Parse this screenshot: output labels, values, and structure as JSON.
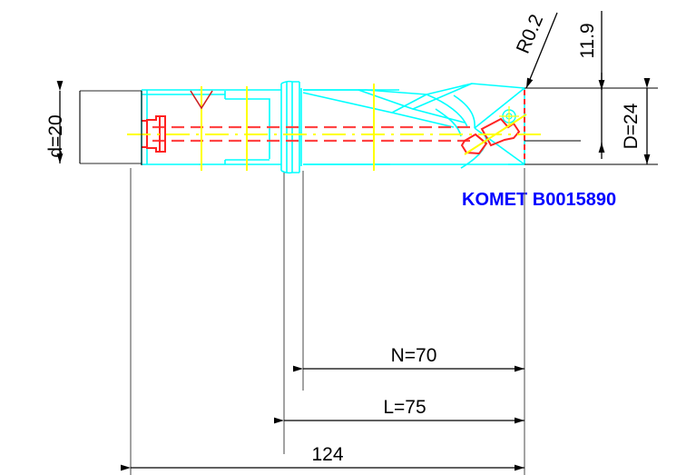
{
  "drawing": {
    "title_text": "KOMET B0015890",
    "title_color": "#0000ff",
    "background": "#ffffff",
    "body_color": "#00ffff",
    "coolant_color": "#ff4444",
    "axis_color": "#ffff00",
    "dimension_color": "#000000"
  },
  "dimensions": {
    "shank_diameter": "d=20",
    "drill_diameter": "D=24",
    "tip_corner_radius": "R0.2",
    "point_height": "11.9",
    "flute_length": "N=70",
    "usable_length": "L=75",
    "overall_length": "124"
  },
  "labels": [
    {
      "name": "shank-diameter",
      "text": "d=20"
    },
    {
      "name": "corner-radius",
      "text": "R0.2"
    },
    {
      "name": "point-height",
      "text": "11.9"
    },
    {
      "name": "drill-diameter",
      "text": "D=24"
    },
    {
      "name": "part-number",
      "text": "KOMET B0015890"
    },
    {
      "name": "flute-length",
      "text": "N=70"
    },
    {
      "name": "usable-length",
      "text": "L=75"
    },
    {
      "name": "overall-length",
      "text": "124"
    }
  ]
}
